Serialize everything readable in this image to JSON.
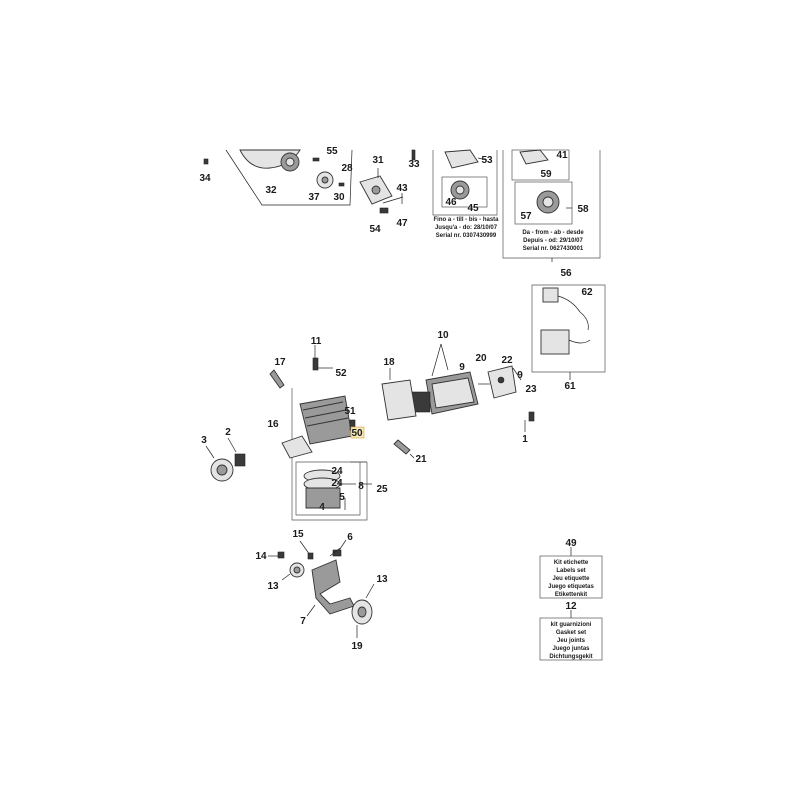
{
  "callouts": {
    "c34": "34",
    "c32": "32",
    "c55": "55",
    "c28": "28",
    "c37": "37",
    "c30": "30",
    "c31": "31",
    "c43": "43",
    "c54": "54",
    "c47": "47",
    "c33": "33",
    "c53": "53",
    "c46": "46",
    "c45": "45",
    "c41": "41",
    "c59": "59",
    "c57": "57",
    "c58": "58",
    "c56": "56",
    "c62": "62",
    "c61": "61",
    "c10": "10",
    "c11": "11",
    "c52": "52",
    "c17": "17",
    "c18": "18",
    "c20": "20",
    "c22": "22",
    "c9": "9",
    "c23": "23",
    "c1": "1",
    "c51": "51",
    "c50": "50",
    "c16": "16",
    "c3": "3",
    "c2": "2",
    "c21": "21",
    "c24a": "24",
    "c24b": "24",
    "c8": "8",
    "c25": "25",
    "c5": "5",
    "c4": "4",
    "c15": "15",
    "c6": "6",
    "c14": "14",
    "c13a": "13",
    "c7": "7",
    "c13b": "13",
    "c19": "19",
    "c49": "49",
    "c12": "12"
  },
  "serial_before": {
    "line1": "Fino a - till - bis - hasta",
    "line2": "Jusqu'a - do: 28/10/07",
    "line3": "Serial nr. 0307430999"
  },
  "serial_after": {
    "line1": "Da - from - ab - desde",
    "line2": "Depuis - od: 29/10/07",
    "line3": "Serial nr. 0627430001"
  },
  "labels_set": {
    "line1": "Kit etichette",
    "line2": "Labels set",
    "line3": "Jeu etiquette",
    "line4": "Juego etiquetas",
    "line5": "Etikettenkit"
  },
  "gasket_set": {
    "line1": "kit guarnizioni",
    "line2": "Gasket set",
    "line3": "Jeu joints",
    "line4": "Juego juntas",
    "line5": "Dichtungsgekit"
  },
  "highlight_color": "#d7a23a"
}
